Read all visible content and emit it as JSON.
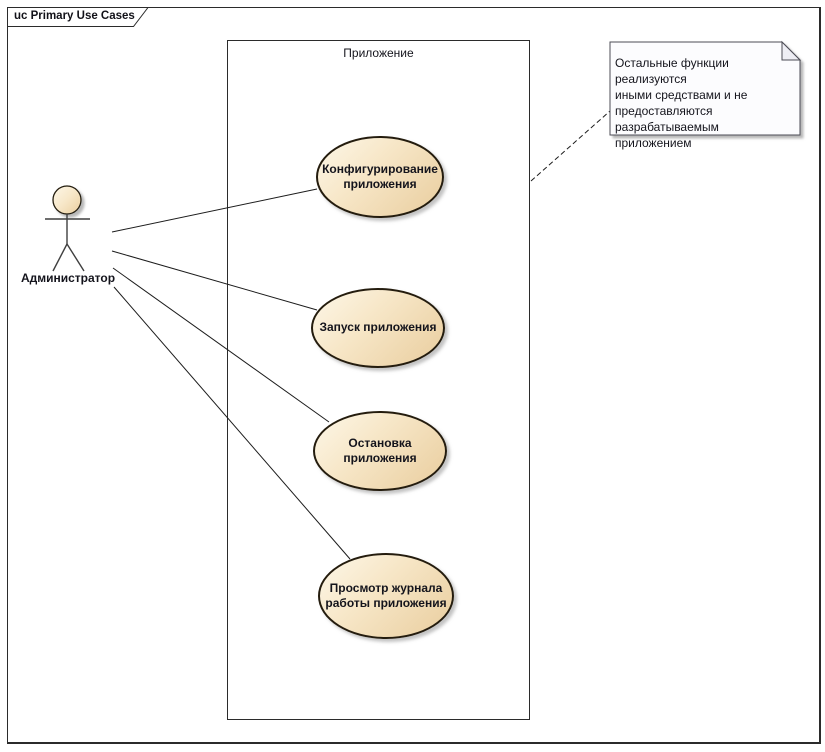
{
  "frame": {
    "title": "uc Primary Use Cases"
  },
  "boundary": {
    "label": "Приложение"
  },
  "actor": {
    "name": "Администратор"
  },
  "use_cases": [
    {
      "label": "Конфигурирование\nприложения"
    },
    {
      "label": "Запуск приложения"
    },
    {
      "label": "Остановка\nприложения"
    },
    {
      "label": "Просмотр журнала\nработы приложения"
    }
  ],
  "note": {
    "text": "Остальные функции реализуются\nиными средствами и не\nпредоставляются\nразрабатываемым приложением"
  },
  "relationships": [
    {
      "from": "Администратор",
      "to": "Конфигурирование приложения",
      "type": "association"
    },
    {
      "from": "Администратор",
      "to": "Запуск приложения",
      "type": "association"
    },
    {
      "from": "Администратор",
      "to": "Остановка приложения",
      "type": "association"
    },
    {
      "from": "Администратор",
      "to": "Просмотр журнала работы приложения",
      "type": "association"
    },
    {
      "from": "note",
      "to": "Приложение",
      "type": "note-link"
    }
  ],
  "colors": {
    "ellipse_fill_light": "#fdf7e8",
    "ellipse_fill_dark": "#e9cd9e",
    "ellipse_border": "#241c0e",
    "note_fill": "#fcfcfe",
    "line": "#1c1c1c",
    "text": "#14141c"
  }
}
